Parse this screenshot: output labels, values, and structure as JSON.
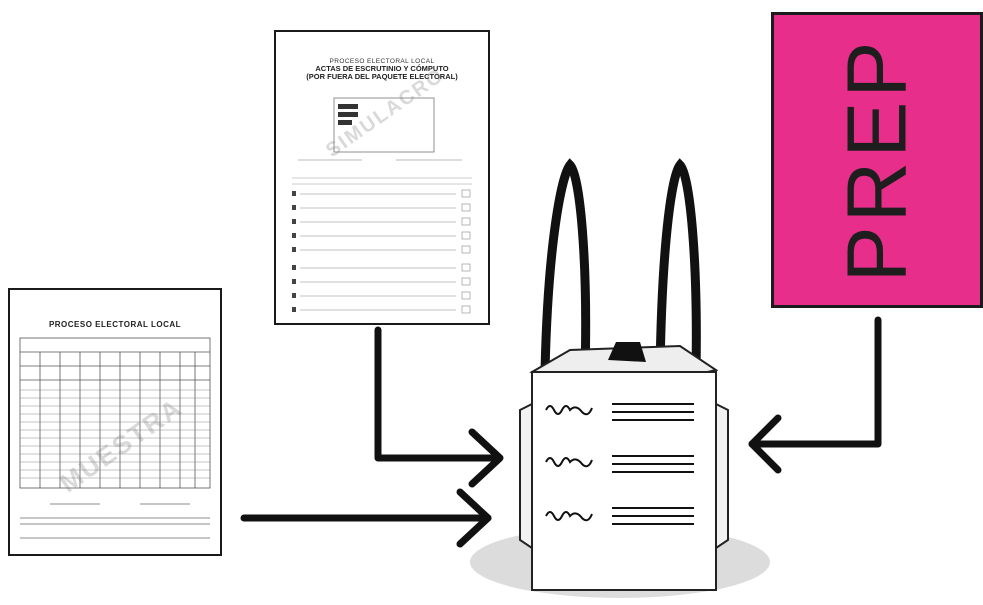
{
  "left_document": {
    "title": "PROCESO ELECTORAL LOCAL",
    "watermark": "MUESTRA"
  },
  "top_document": {
    "heading": "PROCESO ELECTORAL LOCAL",
    "title_line1": "ACTAS DE ESCRUTINIO Y CÓMPUTO",
    "title_line2": "(POR FUERA DEL PAQUETE ELECTORAL)",
    "watermark": "SIMULACRO"
  },
  "prep_box": {
    "label": "PREP",
    "color": "#e72e8b"
  },
  "package": {
    "color": "#ffffff",
    "shadow_color": "#dcdcdc"
  }
}
